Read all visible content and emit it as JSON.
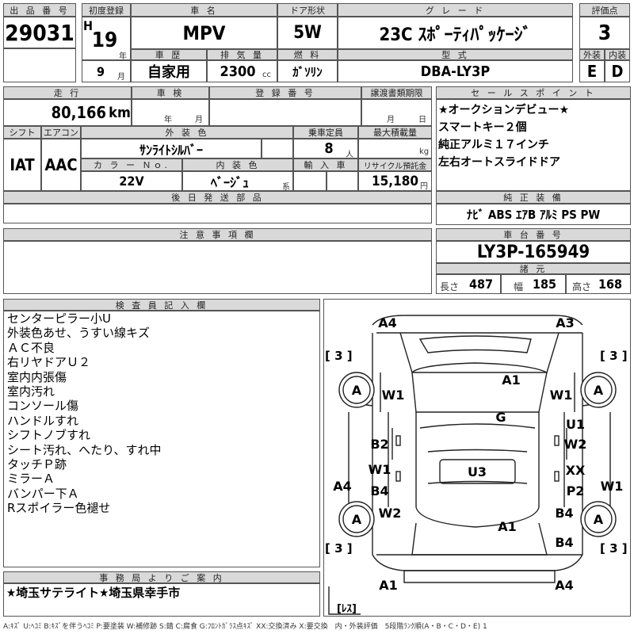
{
  "header": {
    "lot_no_label": "出 品 番 号",
    "lot_no": "29031",
    "first_reg_label": "初度登録",
    "era": "H",
    "year": "19",
    "year_unit": "年",
    "month": "9",
    "month_unit": "月",
    "car_name_label": "車 名",
    "car_name": "MPV",
    "door_label": "ドア形状",
    "door": "5W",
    "grade_label": "グ レ ー ド",
    "grade": "23C ｽﾎﾟｰﾃｨﾊﾟｯｹｰｼﾞ",
    "score_label": "評価点",
    "score": "3",
    "history_label": "車 歴",
    "history": "自家用",
    "displacement_label": "排 気 量",
    "displacement": "2300",
    "displacement_unit": "cc",
    "fuel_label": "燃 料",
    "fuel": "ｶﾞｿﾘﾝ",
    "model_label": "型 式",
    "model": "DBA-LY3P",
    "exterior_label": "外装",
    "exterior": "E",
    "interior_label": "内装",
    "interior": "D"
  },
  "row2": {
    "mileage_label": "走 行",
    "mileage": "80,166",
    "mileage_unit": "km",
    "inspection_label": "車 検",
    "insp_year_unit": "年",
    "insp_month_unit": "月",
    "reg_no_label": "登 録 番 号",
    "transfer_label": "譲渡書類期限",
    "transfer_month_unit": "月",
    "transfer_day_unit": "日"
  },
  "row3": {
    "shift_label": "シフト",
    "shift": "IAT",
    "ac_label": "エアコン",
    "ac": "AAC",
    "color_label": "外 装 色",
    "color": "ｻﾝﾗｲﾄｼﾙﾊﾞｰ",
    "capacity_label": "乗車定員",
    "capacity": "8",
    "capacity_unit": "人",
    "max_load_label": "最大積載量",
    "max_load_unit": "kg",
    "color_no_label": "カ ラ ー Ｎｏ.",
    "color_no": "22V",
    "int_color_label": "内 装 色",
    "int_color": "ﾍﾞｰｼﾞｭ",
    "int_color_unit": "系",
    "import_label": "輸 入 車",
    "recycle_label": "リサイクル預託金",
    "recycle": "15,180",
    "recycle_unit": "円"
  },
  "later_parts_label": "後 日 発 送 部 品",
  "notes_label": "注 意 事 項 欄",
  "sales_points": {
    "label": "セ ー ル ス ポ イ ン ト",
    "items": [
      "★オークションデビュー★",
      "スマートキー２個",
      "純正アルミ１７インチ",
      "左右オートスライドドア"
    ]
  },
  "genuine": {
    "label": "純 正 装 備",
    "value": "ﾅﾋﾞ ABS ｴｱB ｱﾙﾐ PS PW"
  },
  "chassis": {
    "label": "車 台 番 号",
    "value": "LY3P-165949"
  },
  "dims": {
    "label": "諸 元",
    "length_label": "長さ",
    "length": "487",
    "width_label": "幅",
    "width": "185",
    "height_label": "高さ",
    "height": "168"
  },
  "inspector": {
    "label": "検 査 員 記 入 欄",
    "items": [
      "センターピラー小U",
      "外装色あせ、うすい線キズ",
      "ＡＣ不良",
      "右リヤドアＵ２",
      "室内内張傷",
      "室内汚れ",
      "コンソール傷",
      "ハンドルすれ",
      "シフトノブすれ",
      "シート汚れ、へたり、すれ中",
      "タッチＰ跡",
      "ミラーＡ",
      "バンパー下Ａ",
      "Rスポイラー色褪せ"
    ]
  },
  "office": {
    "label": "事 務 局 よ り ご 案 内",
    "text": "★埼玉サテライト★埼玉県幸手市"
  },
  "diagram": {
    "marks": [
      "A4",
      "A3",
      "A1",
      "G",
      "B2",
      "W1",
      "B4",
      "U3",
      "A1",
      "U1",
      "W2",
      "XX",
      "P2",
      "W1",
      "A4",
      "W1",
      "W1",
      "W2",
      "B4",
      "A1",
      "A4"
    ],
    "wheel_grades": [
      "A",
      "A",
      "A",
      "A"
    ],
    "tire_brackets": [
      "[ 3 ]",
      "[ 3 ]",
      "[ 3 ]",
      "[ 3 ]"
    ],
    "spare": "[ﾚｽ]"
  },
  "legend": "A:ｷｽﾞ U:ﾍｺﾐ B:ｷｽﾞを伴うﾍｺﾐ P:要塗装 W:補修跡 S:錆 C:腐食 G:ﾌﾛﾝﾄｶﾞﾗｽ点ｷｽﾞ XX:交換済み X:要交換　内・外装評価　5段階ﾗﾝｸ順(A・B・C・D・E) 1"
}
